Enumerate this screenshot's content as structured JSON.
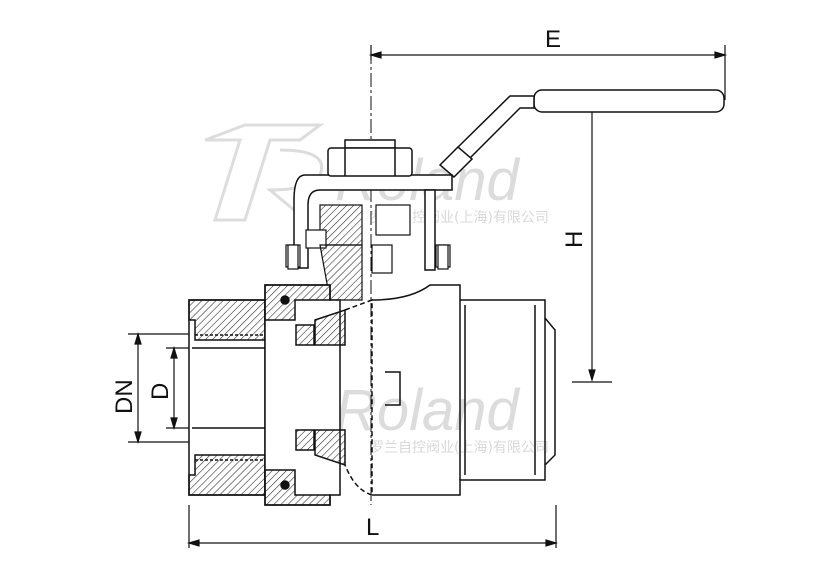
{
  "dimensions": {
    "E": "E",
    "H": "H",
    "L": "L",
    "DN": "DN",
    "D": "D"
  },
  "watermark": {
    "brand": "Roland",
    "company": "罗兰自控阀业(上海)有限公司"
  },
  "colors": {
    "line": "#111111",
    "hatch": "#333333",
    "watermark": "#d9d9d9"
  }
}
